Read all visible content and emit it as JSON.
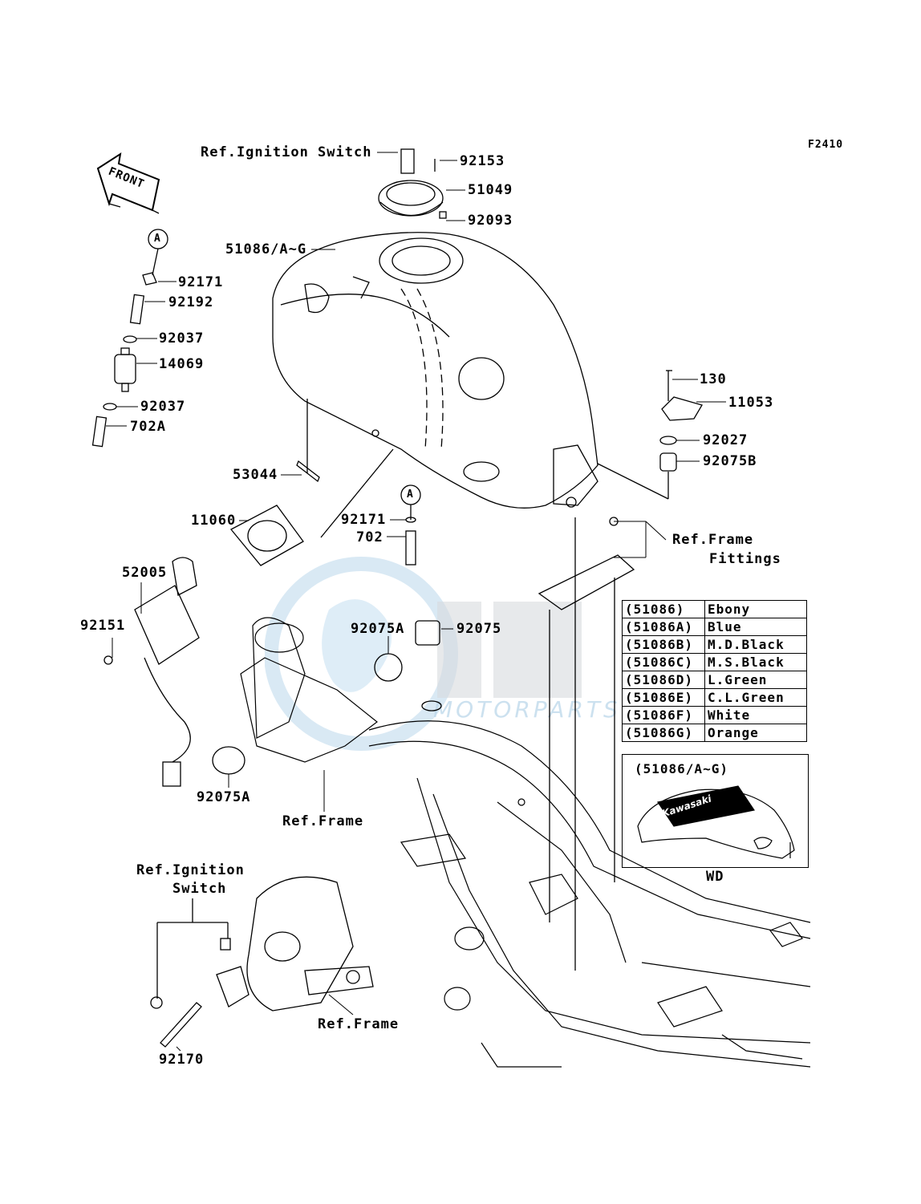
{
  "figure_code": "F2410",
  "front_label": "FRONT",
  "watermark": "MOTORPARTS",
  "callouts": {
    "ref_ignition_switch_top": "Ref.Ignition Switch",
    "p92153": "92153",
    "p51049": "51049",
    "p92093": "92093",
    "p51086": "51086/A~G",
    "ref_a_top": "A",
    "p92171a": "92171",
    "p92192": "92192",
    "p92037a": "92037",
    "p14069": "14069",
    "p92037b": "92037",
    "p702a": "702A",
    "p130": "130",
    "p11053": "11053",
    "p92027": "92027",
    "p92075b": "92075B",
    "p53044": "53044",
    "ref_a_mid": "A",
    "p92171b": "92171",
    "p702": "702",
    "p11060": "11060",
    "ref_frame_fittings_1": "Ref.Frame",
    "ref_frame_fittings_2": "Fittings",
    "p52005": "52005",
    "p92151": "92151",
    "p92075a_top": "92075A",
    "p92075": "92075",
    "p92075a_bottom": "92075A",
    "ref_frame_mid": "Ref.Frame",
    "ref_ignition_switch_bottom_1": "Ref.Ignition",
    "ref_ignition_switch_bottom_2": "Switch",
    "ref_frame_bottom": "Ref.Frame",
    "p92170": "92170"
  },
  "color_table": [
    {
      "code": "(51086)",
      "color": "Ebony"
    },
    {
      "code": "(51086A)",
      "color": "Blue"
    },
    {
      "code": "(51086B)",
      "color": "M.D.Black"
    },
    {
      "code": "(51086C)",
      "color": "M.S.Black"
    },
    {
      "code": "(51086D)",
      "color": "L.Green"
    },
    {
      "code": "(51086E)",
      "color": "C.L.Green"
    },
    {
      "code": "(51086F)",
      "color": "White"
    },
    {
      "code": "(51086G)",
      "color": "Orange"
    }
  ],
  "wd_box": {
    "title": "(51086/A~G)",
    "brand": "Kawasaki",
    "caption": "WD"
  }
}
